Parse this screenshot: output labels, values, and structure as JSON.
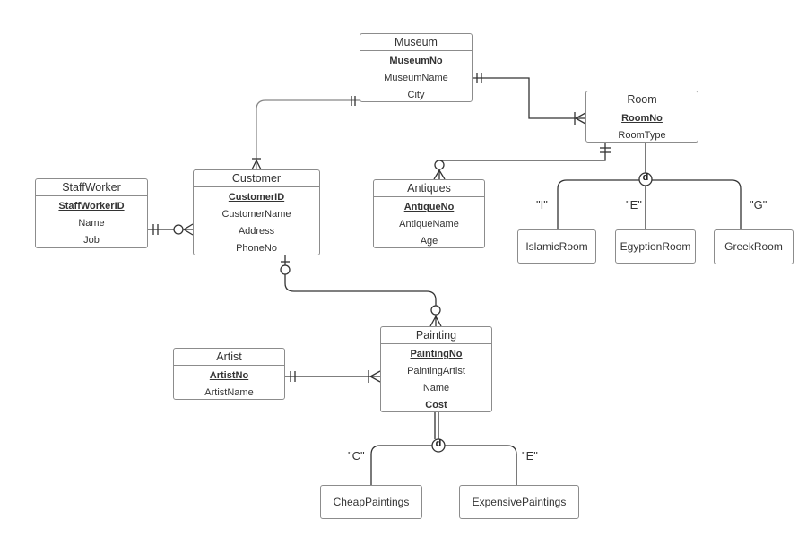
{
  "entities": {
    "museum": {
      "title": "Museum",
      "attrs": [
        "MuseumNo",
        "MuseumName",
        "City"
      ]
    },
    "room": {
      "title": "Room",
      "attrs": [
        "RoomNo",
        "RoomType"
      ]
    },
    "staff": {
      "title": "StaffWorker",
      "attrs": [
        "StaffWorkerID",
        "Name",
        "Job"
      ]
    },
    "customer": {
      "title": "Customer",
      "attrs": [
        "CustomerID",
        "CustomerName",
        "Address",
        "PhoneNo"
      ]
    },
    "antiques": {
      "title": "Antiques",
      "attrs": [
        "AntiqueNo",
        "AntiqueName",
        "Age"
      ]
    },
    "painting": {
      "title": "Painting",
      "attrs": [
        "PaintingNo",
        "PaintingArtist",
        "Name",
        "Cost"
      ]
    },
    "artist": {
      "title": "Artist",
      "attrs": [
        "ArtistNo",
        "ArtistName"
      ]
    }
  },
  "subtypes": {
    "islamic": "IslamicRoom",
    "egyption": "EgyptionRoom",
    "greek": "GreekRoom",
    "cheap": "CheapPaintings",
    "expensive": "ExpensivePaintings"
  },
  "discriminators": {
    "room_i": "\"I\"",
    "room_e": "\"E\"",
    "room_g": "\"G\"",
    "paint_c": "\"C\"",
    "paint_e": "\"E\""
  },
  "disjoint_marks": {
    "room": "d",
    "painting": "d"
  },
  "colors": {
    "line": "#333333",
    "border": "#8c8c8c"
  }
}
